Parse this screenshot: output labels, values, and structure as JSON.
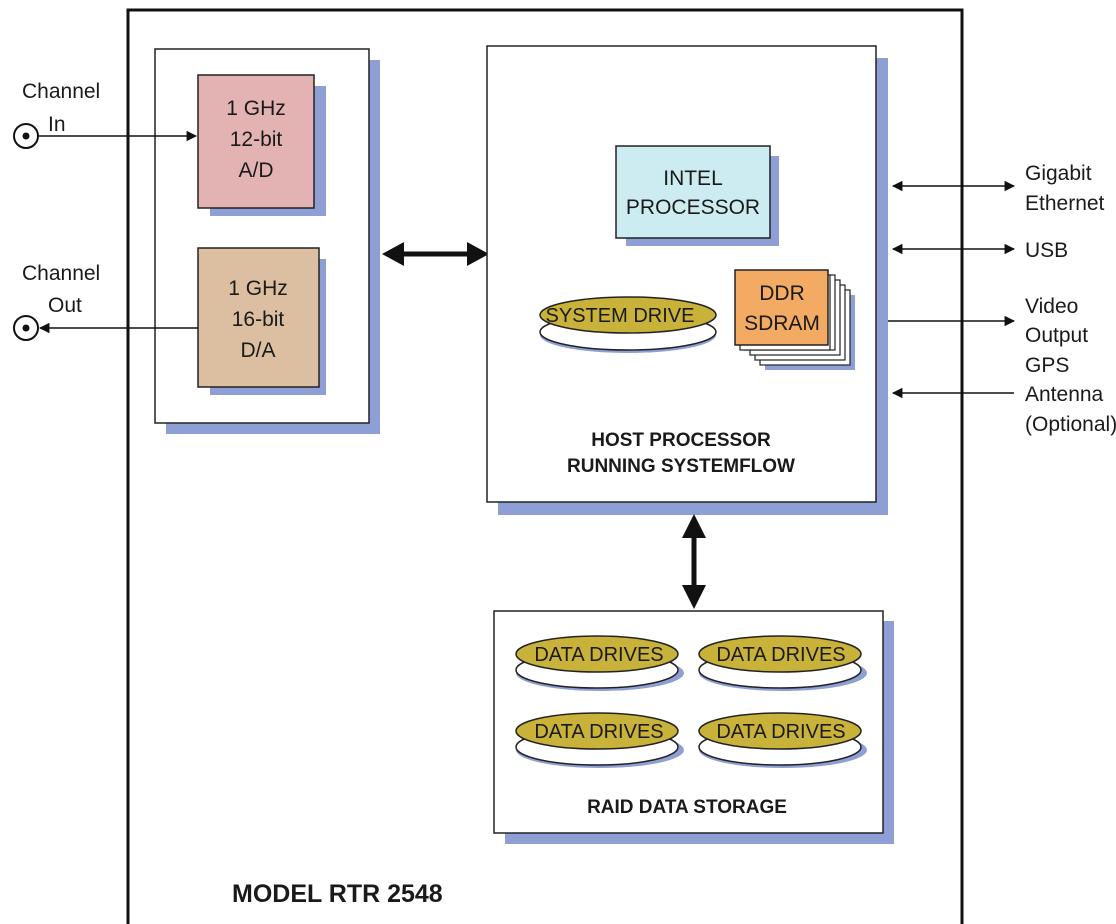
{
  "model_label": "MODEL RTR 2548",
  "inputs": {
    "channel_in": [
      "Channel",
      "In"
    ],
    "channel_out": [
      "Channel",
      "Out"
    ]
  },
  "converters": {
    "adc": [
      "1 GHz",
      "12-bit",
      "A/D"
    ],
    "dac": [
      "1 GHz",
      "16-bit",
      "D/A"
    ]
  },
  "host": {
    "processor": [
      "INTEL",
      "PROCESSOR"
    ],
    "memory": [
      "DDR",
      "SDRAM"
    ],
    "system_drive": "SYSTEM DRIVE",
    "caption": [
      "HOST PROCESSOR",
      "RUNNING SYSTEMFLOW"
    ]
  },
  "storage": {
    "drives": [
      "DATA DRIVES",
      "DATA DRIVES",
      "DATA DRIVES",
      "DATA DRIVES"
    ],
    "caption": "RAID DATA STORAGE"
  },
  "io": {
    "ethernet": [
      "Gigabit",
      "Ethernet"
    ],
    "usb": "USB",
    "video": [
      "Video",
      "Output"
    ],
    "gps": [
      "GPS",
      "Antenna",
      "(Optional)"
    ]
  },
  "colors": {
    "adc_fill": "#e3b3b3",
    "dac_fill": "#dcbfa1",
    "processor_fill": "#ccecf1",
    "sdram_fill": "#f3aa63",
    "drive_fill": "#c8b23a",
    "shadow": "#8e9fd6"
  }
}
